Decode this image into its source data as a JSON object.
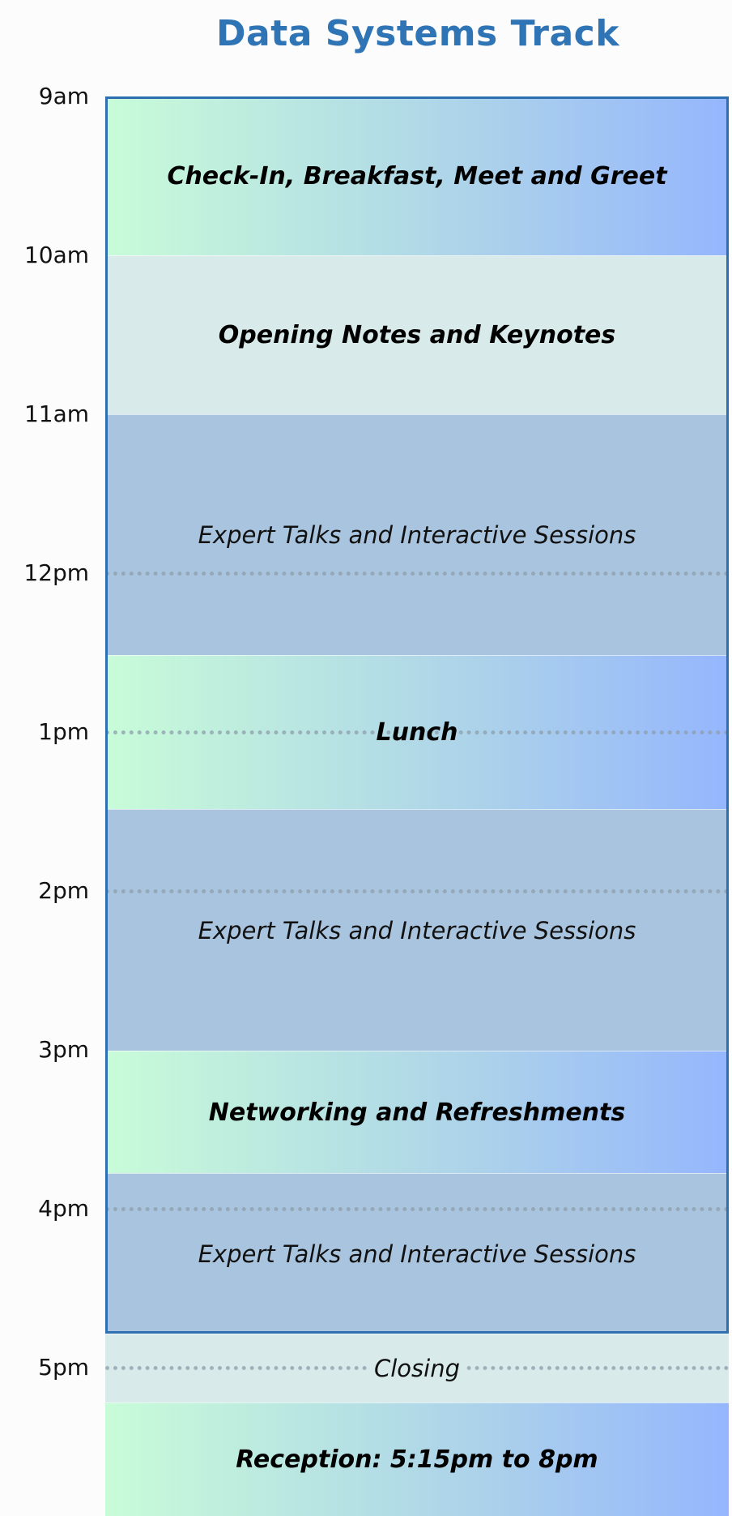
{
  "title": "Data Systems Track",
  "times": [
    "9am",
    "10am",
    "11am",
    "12pm",
    "1pm",
    "2pm",
    "3pm",
    "4pm",
    "5pm"
  ],
  "sessions": [
    {
      "label": "Check-In, Breakfast, Meet and Greet"
    },
    {
      "label": "Opening Notes and Keynotes"
    },
    {
      "label": "Expert Talks and Interactive Sessions"
    },
    {
      "label": "Lunch"
    },
    {
      "label": "Expert Talks and Interactive Sessions"
    },
    {
      "label": "Networking and Refreshments"
    },
    {
      "label": "Expert Talks and Interactive Sessions"
    },
    {
      "label": "Closing"
    },
    {
      "label": "Reception: 5:15pm to 8pm"
    }
  ]
}
